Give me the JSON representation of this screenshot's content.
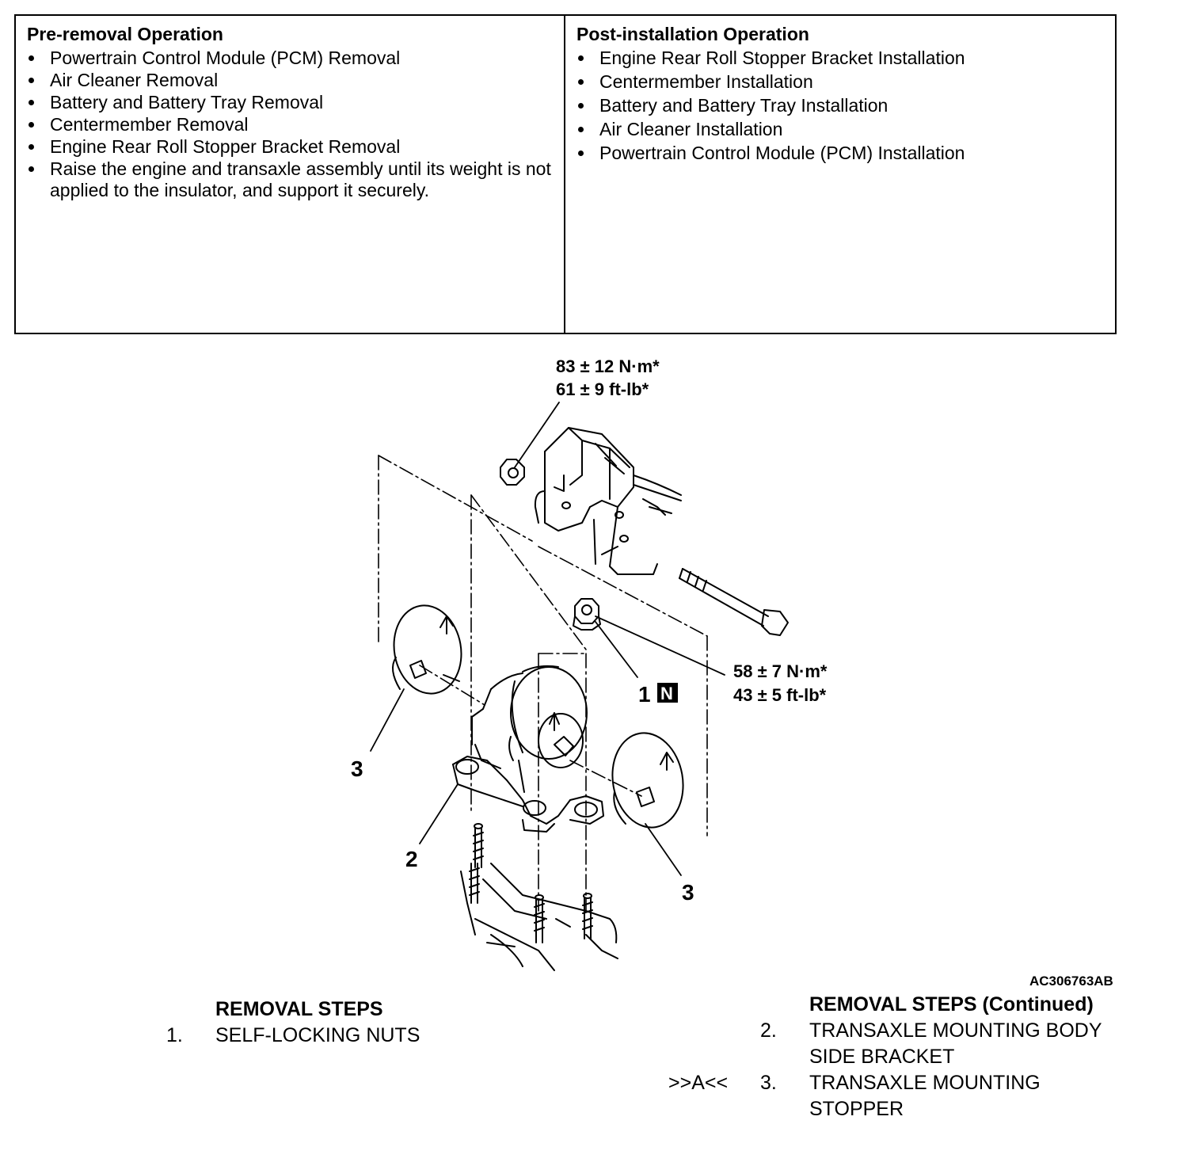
{
  "pre_removal": {
    "title": "Pre-removal Operation",
    "items": [
      "Powertrain Control Module (PCM) Removal",
      "Air Cleaner Removal",
      "Battery and Battery Tray Removal",
      "Centermember Removal",
      "Engine Rear Roll Stopper Bracket Removal",
      "Raise the engine and transaxle assembly until its weight is not applied to the insulator, and support it securely."
    ]
  },
  "post_installation": {
    "title": "Post-installation Operation",
    "items": [
      "Engine Rear Roll Stopper Bracket Installation",
      "Centermember Installation",
      "Battery and Battery Tray Installation",
      "Air Cleaner Installation",
      "Powertrain Control Module (PCM) Installation"
    ]
  },
  "diagram": {
    "torque_top_nm": "83 ± 12 N·m*",
    "torque_top_ftlb": "61 ± 9 ft-lb*",
    "torque_nut_nm": "58 ± 7 N·m*",
    "torque_nut_ftlb": "43 ± 5  ft-lb*",
    "callout_1": "1",
    "callout_1_badge": "N",
    "callout_2": "2",
    "callout_3": "3",
    "figure_code": "AC306763AB"
  },
  "removal_steps": {
    "title": "REMOVAL STEPS",
    "steps": [
      {
        "number": "1.",
        "text": "SELF-LOCKING NUTS"
      }
    ]
  },
  "removal_steps_continued": {
    "title": "REMOVAL STEPS (Continued)",
    "steps": [
      {
        "mark": "",
        "number": "2.",
        "line1": "TRANSAXLE MOUNTING BODY",
        "line2": "SIDE BRACKET"
      },
      {
        "mark": ">>A<<",
        "number": "3.",
        "line1": "TRANSAXLE MOUNTING",
        "line2": "STOPPER"
      }
    ]
  }
}
